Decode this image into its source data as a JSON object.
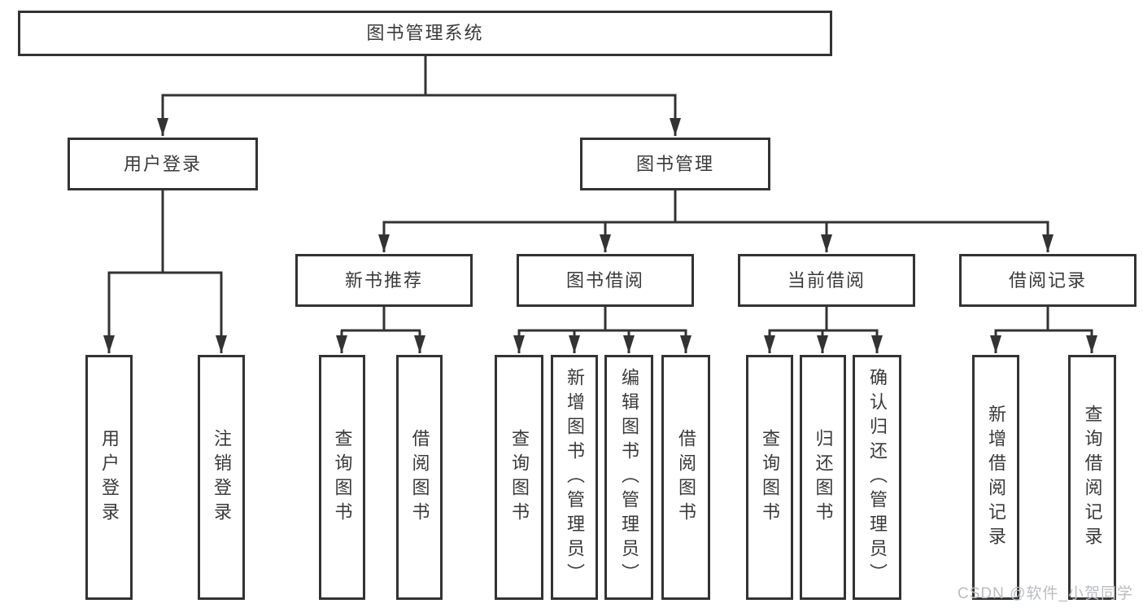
{
  "title": "图书管理系统",
  "tree": {
    "label": "图书管理系统",
    "children": [
      {
        "label": "用户登录",
        "children": [
          {
            "label": "用户登录"
          },
          {
            "label": "注销登录"
          }
        ]
      },
      {
        "label": "图书管理",
        "children": [
          {
            "label": "新书推荐",
            "children": [
              {
                "label": "查询图书"
              },
              {
                "label": "借阅图书"
              }
            ]
          },
          {
            "label": "图书借阅",
            "children": [
              {
                "label": "查询图书"
              },
              {
                "label": "新增图书（管理员）"
              },
              {
                "label": "编辑图书（管理员）"
              },
              {
                "label": "借阅图书"
              }
            ]
          },
          {
            "label": "当前借阅",
            "children": [
              {
                "label": "查询图书"
              },
              {
                "label": "归还图书"
              },
              {
                "label": "确认归还（管理员）"
              }
            ]
          },
          {
            "label": "借阅记录",
            "children": [
              {
                "label": "新增借阅记录"
              },
              {
                "label": "查询借阅记录"
              }
            ]
          }
        ]
      }
    ]
  },
  "watermark": "CSDN @软件_小贺同学",
  "colors": {
    "line": "#333333",
    "text": "#3a3a3a",
    "background": "#ffffff",
    "watermark": "#b9bdc1"
  }
}
